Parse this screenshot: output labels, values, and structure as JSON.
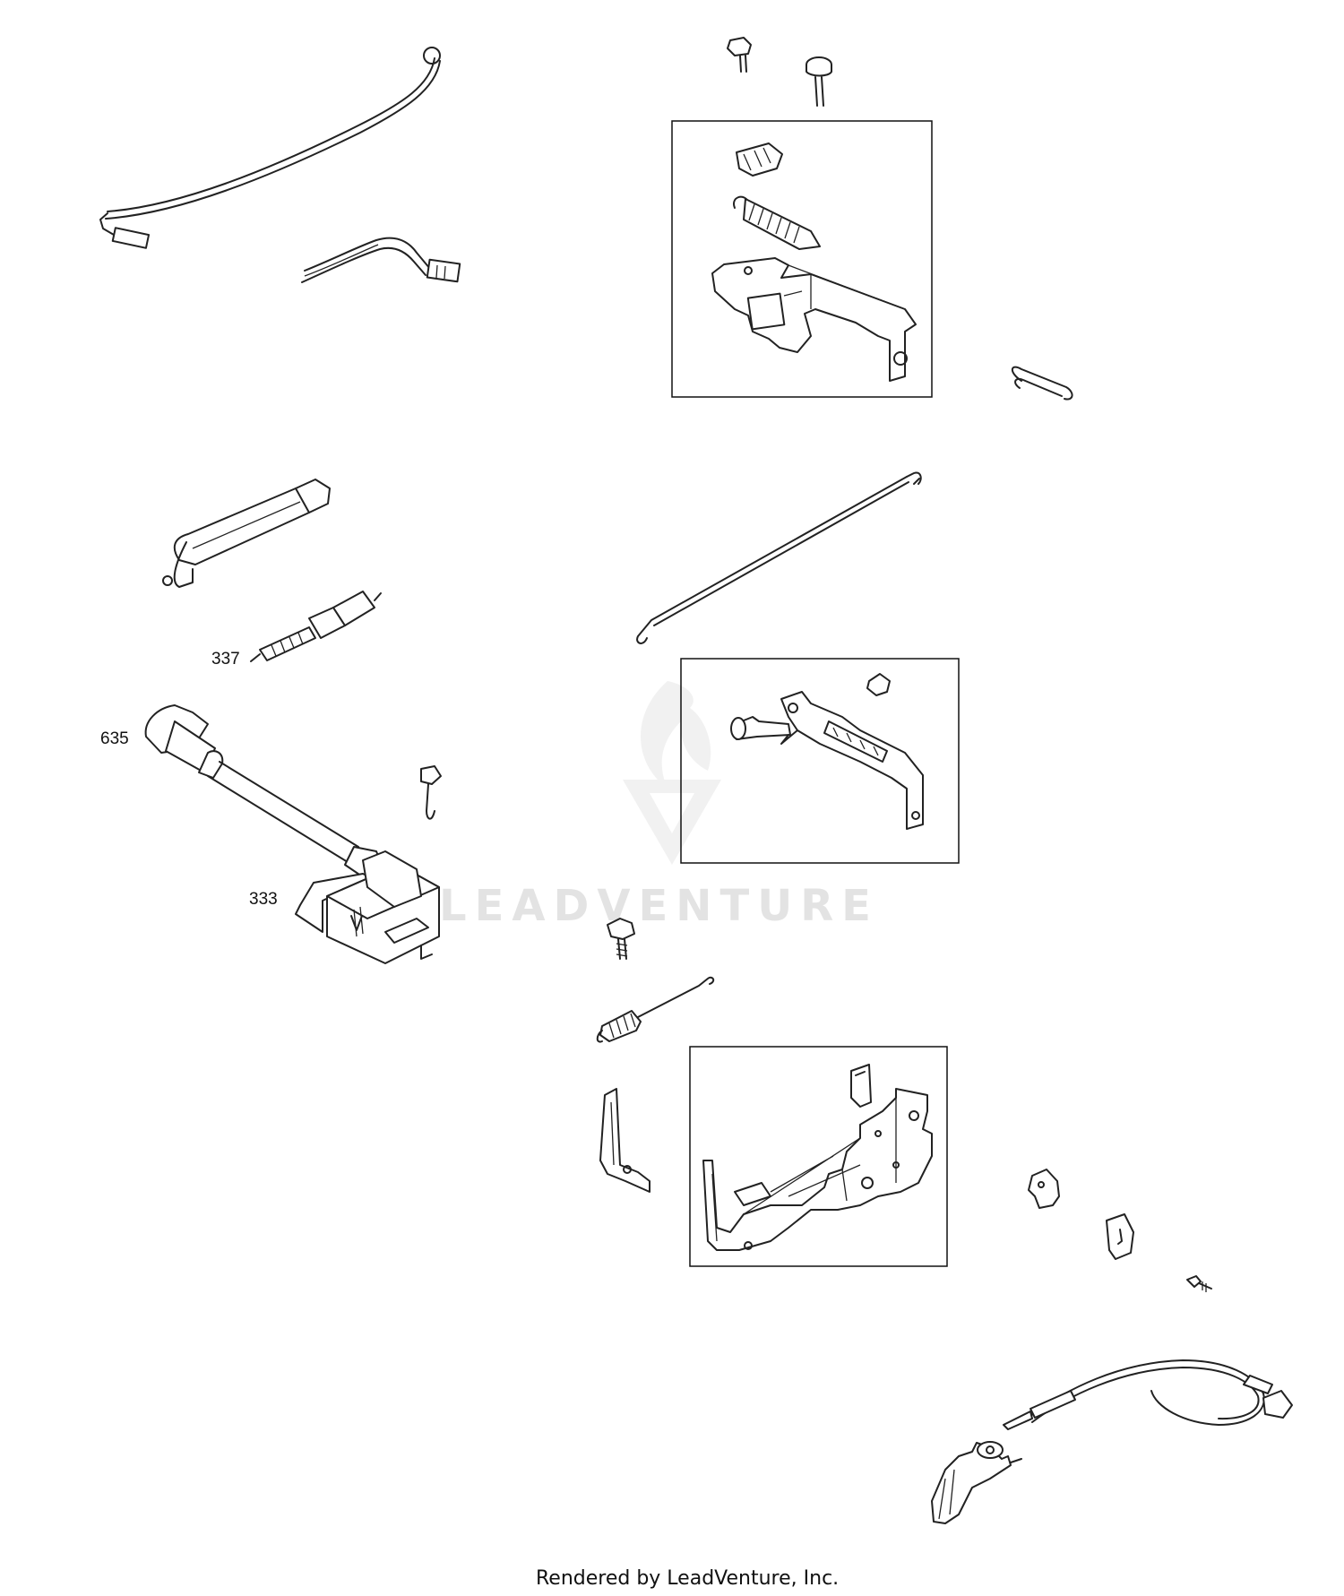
{
  "callouts": {
    "spark_plug": "337",
    "spark_plug_wire": "635",
    "ignition_armature": "333"
  },
  "watermark": {
    "brand": "LEADVENTURE"
  },
  "footer": {
    "credit": "Rendered by LeadVenture, Inc."
  },
  "colors": {
    "line": "#222222",
    "watermark": "#e3e3e3",
    "background": "#ffffff"
  }
}
